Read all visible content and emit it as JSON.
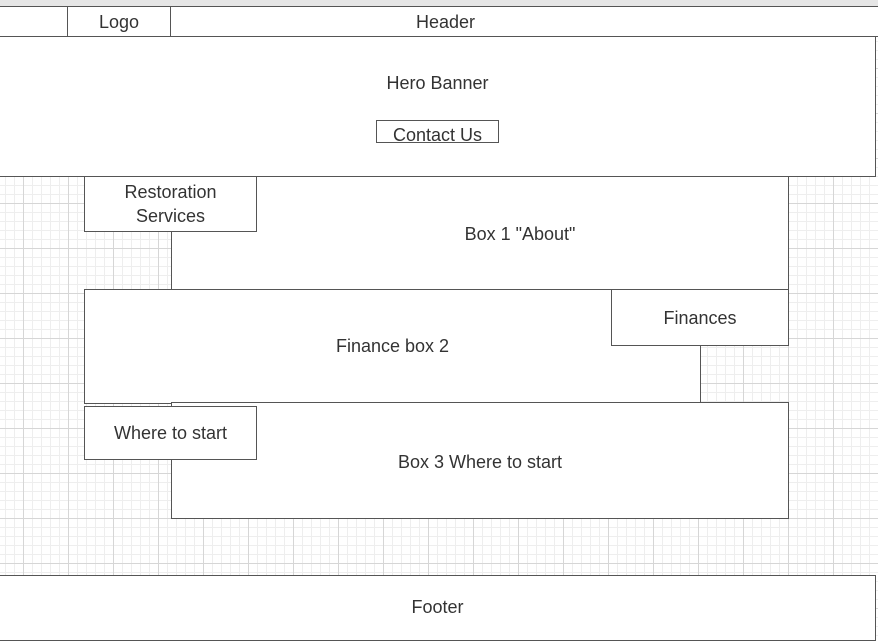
{
  "header": {
    "logo_label": "Logo",
    "title": "Header"
  },
  "hero": {
    "title": "Hero Banner",
    "contact_label": "Contact Us"
  },
  "sections": {
    "restoration_label_line1": "Restoration",
    "restoration_label_line2": "Services",
    "box1_label": "Box 1 \"About\"",
    "finances_label": "Finances",
    "finance_box_label": "Finance box 2",
    "where_label": "Where to start",
    "box3_label": "Box 3 Where to start"
  },
  "footer": {
    "label": "Footer"
  },
  "colors": {
    "stroke": "#555555",
    "text": "#333333",
    "grid_major": "#d6d6d6",
    "grid_minor": "#eeeeee",
    "background": "#ffffff"
  }
}
